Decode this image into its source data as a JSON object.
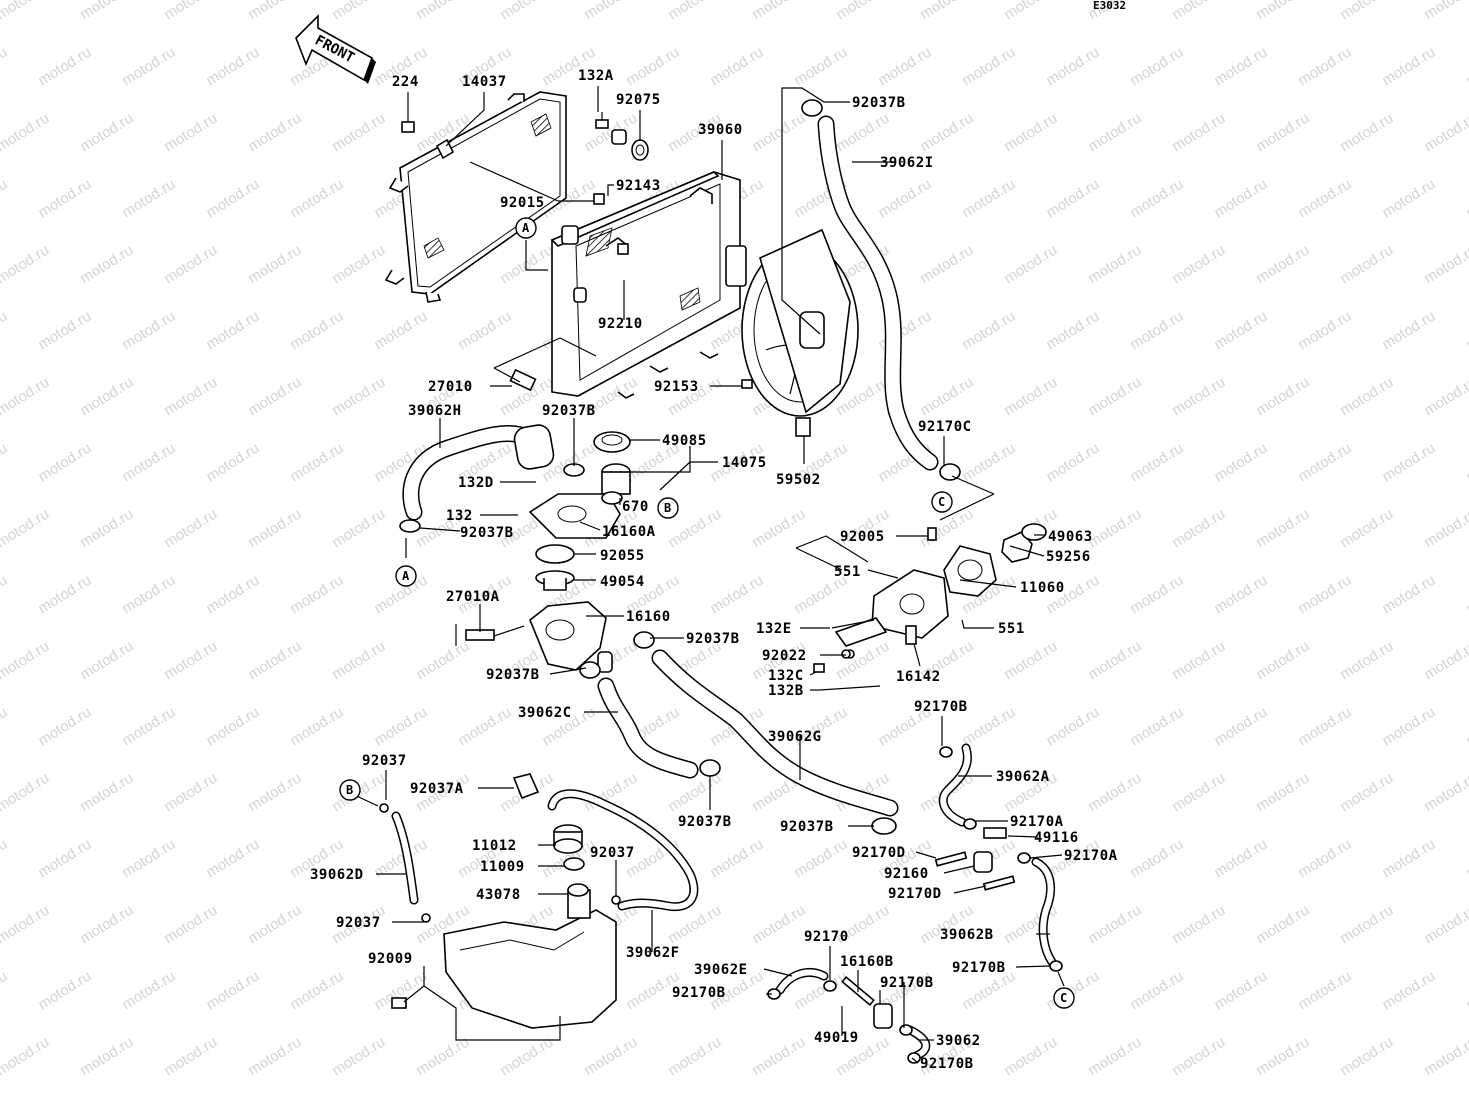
{
  "diagram_code": "E3032",
  "front_label": "FRONT",
  "watermark": "motod.ru",
  "callouts": [
    "A",
    "A",
    "B",
    "B",
    "C",
    "C"
  ],
  "parts": [
    {
      "id": "p-224",
      "label": "224"
    },
    {
      "id": "p-14037",
      "label": "14037"
    },
    {
      "id": "p-132A",
      "label": "132A"
    },
    {
      "id": "p-92075",
      "label": "92075"
    },
    {
      "id": "p-39060",
      "label": "39060"
    },
    {
      "id": "p-92037B-top",
      "label": "92037B"
    },
    {
      "id": "p-39062I",
      "label": "39062I"
    },
    {
      "id": "p-92143",
      "label": "92143"
    },
    {
      "id": "p-92015",
      "label": "92015"
    },
    {
      "id": "p-92210",
      "label": "92210"
    },
    {
      "id": "p-27010",
      "label": "27010"
    },
    {
      "id": "p-92153",
      "label": "92153"
    },
    {
      "id": "p-39062H",
      "label": "39062H"
    },
    {
      "id": "p-92037B-a",
      "label": "92037B"
    },
    {
      "id": "p-49085",
      "label": "49085"
    },
    {
      "id": "p-14075",
      "label": "14075"
    },
    {
      "id": "p-59502",
      "label": "59502"
    },
    {
      "id": "p-92170C",
      "label": "92170C"
    },
    {
      "id": "p-132D",
      "label": "132D"
    },
    {
      "id": "p-670",
      "label": "670"
    },
    {
      "id": "p-132",
      "label": "132"
    },
    {
      "id": "p-16160A",
      "label": "16160A"
    },
    {
      "id": "p-92037B-b",
      "label": "92037B"
    },
    {
      "id": "p-92055",
      "label": "92055"
    },
    {
      "id": "p-92005",
      "label": "92005"
    },
    {
      "id": "p-49063",
      "label": "49063"
    },
    {
      "id": "p-59256",
      "label": "59256"
    },
    {
      "id": "p-49054",
      "label": "49054"
    },
    {
      "id": "p-551-a",
      "label": "551"
    },
    {
      "id": "p-11060",
      "label": "11060"
    },
    {
      "id": "p-27010A",
      "label": "27010A"
    },
    {
      "id": "p-16160",
      "label": "16160"
    },
    {
      "id": "p-92037B-c",
      "label": "92037B"
    },
    {
      "id": "p-132E",
      "label": "132E"
    },
    {
      "id": "p-551-b",
      "label": "551"
    },
    {
      "id": "p-92022",
      "label": "92022"
    },
    {
      "id": "p-132C",
      "label": "132C"
    },
    {
      "id": "p-16142",
      "label": "16142"
    },
    {
      "id": "p-132B",
      "label": "132B"
    },
    {
      "id": "p-92037B-d",
      "label": "92037B"
    },
    {
      "id": "p-39062C",
      "label": "39062C"
    },
    {
      "id": "p-92170B-top",
      "label": "92170B"
    },
    {
      "id": "p-39062G",
      "label": "39062G"
    },
    {
      "id": "p-92037",
      "label": "92037"
    },
    {
      "id": "p-39062A",
      "label": "39062A"
    },
    {
      "id": "p-92037A",
      "label": "92037A"
    },
    {
      "id": "p-92037B-e",
      "label": "92037B"
    },
    {
      "id": "p-92037B-f",
      "label": "92037B"
    },
    {
      "id": "p-92170A-a",
      "label": "92170A"
    },
    {
      "id": "p-11012",
      "label": "11012"
    },
    {
      "id": "p-49116",
      "label": "49116"
    },
    {
      "id": "p-92170D-a",
      "label": "92170D"
    },
    {
      "id": "p-92170A-b",
      "label": "92170A"
    },
    {
      "id": "p-39062D",
      "label": "39062D"
    },
    {
      "id": "p-11009",
      "label": "11009"
    },
    {
      "id": "p-92037-b",
      "label": "92037"
    },
    {
      "id": "p-92160",
      "label": "92160"
    },
    {
      "id": "p-43078",
      "label": "43078"
    },
    {
      "id": "p-92170D-b",
      "label": "92170D"
    },
    {
      "id": "p-92037-c",
      "label": "92037"
    },
    {
      "id": "p-39062F",
      "label": "39062F"
    },
    {
      "id": "p-92170",
      "label": "92170"
    },
    {
      "id": "p-39062B",
      "label": "39062B"
    },
    {
      "id": "p-92009",
      "label": "92009"
    },
    {
      "id": "p-39062E",
      "label": "39062E"
    },
    {
      "id": "p-16160B",
      "label": "16160B"
    },
    {
      "id": "p-92170B-a",
      "label": "92170B"
    },
    {
      "id": "p-92170B-b",
      "label": "92170B"
    },
    {
      "id": "p-92170B-c",
      "label": "92170B"
    },
    {
      "id": "p-49019",
      "label": "49019"
    },
    {
      "id": "p-39062",
      "label": "39062"
    },
    {
      "id": "p-92170B-d",
      "label": "92170B"
    }
  ]
}
